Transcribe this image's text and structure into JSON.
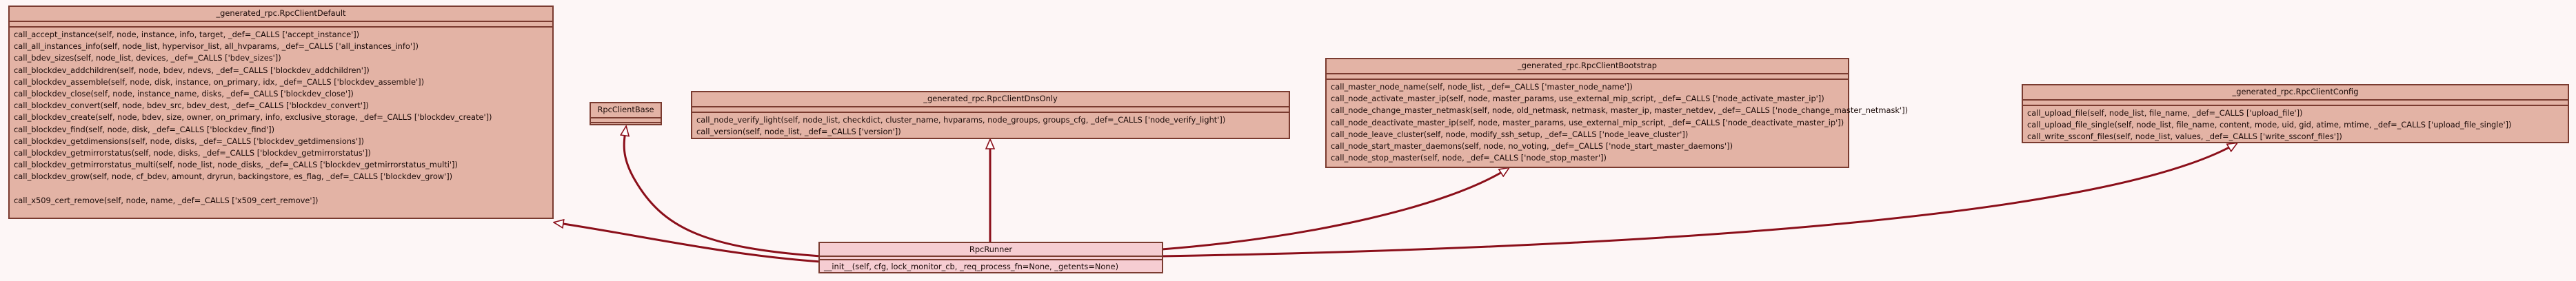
{
  "classes": {
    "default": {
      "title": "_generated_rpc.RpcClientDefault",
      "methods": [
        "call_accept_instance(self, node, instance, info, target, _def=_CALLS ['accept_instance'])",
        "call_all_instances_info(self, node_list, hypervisor_list, all_hvparams, _def=_CALLS ['all_instances_info'])",
        "call_bdev_sizes(self, node_list, devices, _def=_CALLS ['bdev_sizes'])",
        "call_blockdev_addchildren(self, node, bdev, ndevs, _def=_CALLS ['blockdev_addchildren'])",
        "call_blockdev_assemble(self, node, disk, instance, on_primary, idx, _def=_CALLS ['blockdev_assemble'])",
        "call_blockdev_close(self, node, instance_name, disks, _def=_CALLS ['blockdev_close'])",
        "call_blockdev_convert(self, node, bdev_src, bdev_dest, _def=_CALLS ['blockdev_convert'])",
        "call_blockdev_create(self, node, bdev, size, owner, on_primary, info, exclusive_storage, _def=_CALLS ['blockdev_create'])",
        "call_blockdev_find(self, node, disk, _def=_CALLS ['blockdev_find'])",
        "call_blockdev_getdimensions(self, node, disks, _def=_CALLS ['blockdev_getdimensions'])",
        "call_blockdev_getmirrorstatus(self, node, disks, _def=_CALLS ['blockdev_getmirrorstatus'])",
        "call_blockdev_getmirrorstatus_multi(self, node_list, node_disks, _def=_CALLS ['blockdev_getmirrorstatus_multi'])",
        "call_blockdev_grow(self, node, cf_bdev, amount, dryrun, backingstore, es_flag, _def=_CALLS ['blockdev_grow'])"
      ],
      "last_method": "call_x509_cert_remove(self, node, name, _def=_CALLS ['x509_cert_remove'])"
    },
    "base": {
      "title": "RpcClientBase"
    },
    "dns_only": {
      "title": "_generated_rpc.RpcClientDnsOnly",
      "methods": [
        "call_node_verify_light(self, node_list, checkdict, cluster_name, hvparams, node_groups, groups_cfg, _def=_CALLS ['node_verify_light'])",
        "call_version(self, node_list, _def=_CALLS ['version'])"
      ]
    },
    "bootstrap": {
      "title": "_generated_rpc.RpcClientBootstrap",
      "methods": [
        "call_master_node_name(self, node_list, _def=_CALLS ['master_node_name'])",
        "call_node_activate_master_ip(self, node, master_params, use_external_mip_script, _def=_CALLS ['node_activate_master_ip'])",
        "call_node_change_master_netmask(self, node, old_netmask, netmask, master_ip, master_netdev, _def=_CALLS ['node_change_master_netmask'])",
        "call_node_deactivate_master_ip(self, node, master_params, use_external_mip_script, _def=_CALLS ['node_deactivate_master_ip'])",
        "call_node_leave_cluster(self, node, modify_ssh_setup, _def=_CALLS ['node_leave_cluster'])",
        "call_node_start_master_daemons(self, node, no_voting, _def=_CALLS ['node_start_master_daemons'])",
        "call_node_stop_master(self, node, _def=_CALLS ['node_stop_master'])"
      ]
    },
    "config": {
      "title": "_generated_rpc.RpcClientConfig",
      "methods": [
        "call_upload_file(self, node_list, file_name, _def=_CALLS ['upload_file'])",
        "call_upload_file_single(self, node_list, file_name, content, mode, uid, gid, atime, mtime, _def=_CALLS ['upload_file_single'])",
        "call_write_ssconf_files(self, node_list, values, _def=_CALLS ['write_ssconf_files'])"
      ]
    },
    "runner": {
      "title": "RpcRunner",
      "methods": [
        "__init__(self, cfg, lock_monitor_cb, _req_process_fn=None, _getents=None)"
      ]
    }
  },
  "colors": {
    "box_fill": "#e3b3a5",
    "focus_fill": "#f6cdd2",
    "border": "#7a3b30",
    "edge": "#8b0f1a",
    "background": "#fdf6f6"
  }
}
